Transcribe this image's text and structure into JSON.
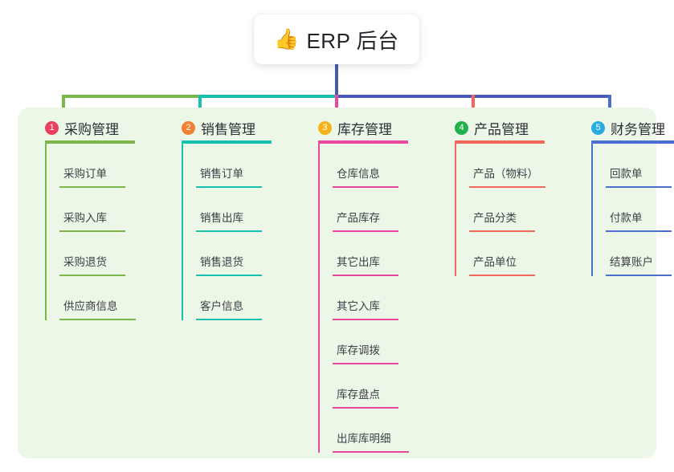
{
  "root": {
    "icon": "thumbs-up-icon",
    "emoji": "👍",
    "title": "ERP 后台"
  },
  "palette": {
    "panel_bg": "#edf7e7",
    "page_bg": "#ffffff",
    "trunk": "#4a59b5",
    "bus_left": "#7ab648",
    "bus_mid": "#16bfae",
    "bus_right": "#4a59b5"
  },
  "columns": [
    {
      "number": "1",
      "title": "采购管理",
      "badge_color": "#ea3f5f",
      "line_color": "#7ab648",
      "drop_color": "#7ab648",
      "items": [
        {
          "label": "采购订单"
        },
        {
          "label": "采购入库"
        },
        {
          "label": "采购退货"
        },
        {
          "label": "供应商信息"
        }
      ]
    },
    {
      "number": "2",
      "title": "销售管理",
      "badge_color": "#f08033",
      "line_color": "#16bfae",
      "drop_color": "#16bfae",
      "items": [
        {
          "label": "销售订单"
        },
        {
          "label": "销售出库"
        },
        {
          "label": "销售退货"
        },
        {
          "label": "客户信息"
        }
      ]
    },
    {
      "number": "3",
      "title": "库存管理",
      "badge_color": "#f5b31a",
      "line_color": "#e8489e",
      "drop_color": "#e8489e",
      "items": [
        {
          "label": "仓库信息"
        },
        {
          "label": "产品库存"
        },
        {
          "label": "其它出库"
        },
        {
          "label": "其它入库"
        },
        {
          "label": "库存调拨"
        },
        {
          "label": "库存盘点"
        },
        {
          "label": "出库库明细"
        }
      ]
    },
    {
      "number": "4",
      "title": "产品管理",
      "badge_color": "#22b14c",
      "line_color": "#f4685c",
      "drop_color": "#f4685c",
      "items": [
        {
          "label": "产品（物料）"
        },
        {
          "label": "产品分类"
        },
        {
          "label": "产品单位"
        }
      ]
    },
    {
      "number": "5",
      "title": "财务管理",
      "badge_color": "#29abe2",
      "line_color": "#4a6fd0",
      "drop_color": "#4a6fd0",
      "items": [
        {
          "label": "回款单"
        },
        {
          "label": "付款单"
        },
        {
          "label": "结算账户"
        }
      ]
    }
  ]
}
